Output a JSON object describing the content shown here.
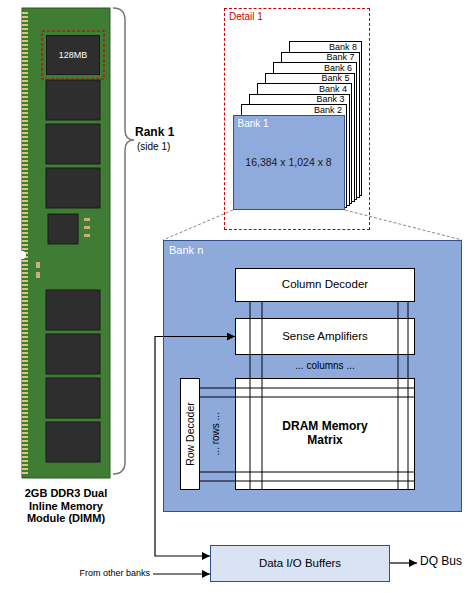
{
  "diagram": {
    "nodes": [
      {
        "text": [
          "128MB"
        ]
      },
      {
        "text": [
          "Detail 1"
        ]
      },
      {
        "text": [
          "Bank 8"
        ],
        "in": 1
      },
      {
        "text": [
          "Bank 7"
        ],
        "in": 1
      },
      {
        "text": [
          "Bank 6"
        ],
        "in": 1
      },
      {
        "text": [
          "Bank 5"
        ],
        "in": 1
      },
      {
        "text": [
          "Bank 4"
        ],
        "in": 1
      },
      {
        "text": [
          "Bank 3"
        ],
        "in": 1
      },
      {
        "text": [
          "Bank 2"
        ],
        "in": 1
      },
      {
        "text": [
          "Bank 1",
          "16,384 x 1,024 x 8"
        ],
        "in": 1
      },
      {
        "text": [
          "Bank n"
        ]
      },
      {
        "text": [
          "Column Decoder"
        ],
        "in": 10
      },
      {
        "text": [
          "Sense Amplifiers"
        ],
        "in": 10
      },
      {
        "text": [
          "Row Decoder"
        ],
        "in": 10
      },
      {
        "text": [
          "DRAM Memory Matrix"
        ],
        "in": 10
      },
      {
        "text": [
          "Data I/O Buffers"
        ]
      }
    ],
    "edges": [
      {
        "from": 15,
        "to": 12,
        "arrow": "both"
      }
    ],
    "labels": [
      "Rank 1",
      "(side 1)",
      "2GB DDR3 Dual Inline Memory Module (DIMM)",
      "... columns ...",
      "... rows ...",
      "From other banks",
      "DQ Bus"
    ]
  }
}
